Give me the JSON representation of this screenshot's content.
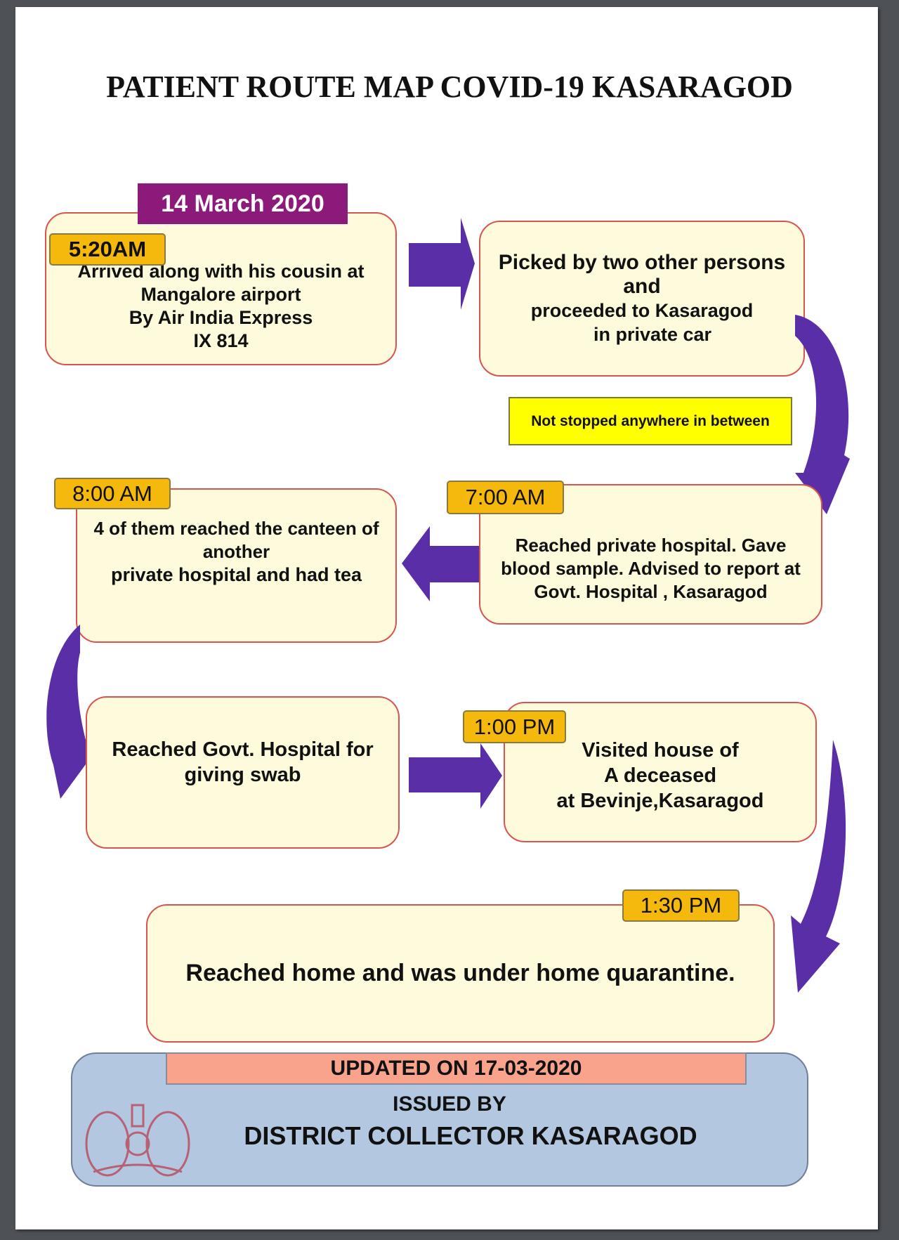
{
  "title": "PATIENT ROUTE MAP COVID-19 KASARAGOD",
  "date_badge": "14 March 2020",
  "steps": [
    {
      "time": "5:20AM",
      "lines": [
        "Arrived along with his cousin at",
        "Mangalore airport",
        "By Air India Express",
        "IX 814"
      ]
    },
    {
      "time": "",
      "lines": [
        "Picked by two other persons",
        "and",
        "proceeded to Kasaragod",
        "in private car"
      ]
    },
    {
      "time": "7:00 AM",
      "lines": [
        "Reached private hospital. Gave",
        "blood sample. Advised to report at",
        "Govt. Hospital , Kasaragod"
      ]
    },
    {
      "time": "8:00 AM",
      "lines": [
        "4 of them reached the canteen of",
        "another",
        "private hospital and had tea"
      ]
    },
    {
      "time": "",
      "lines": [
        "Reached Govt. Hospital for",
        "giving swab"
      ]
    },
    {
      "time": "1:00 PM",
      "lines": [
        "Visited  house of",
        "A deceased",
        "at Bevinje,Kasaragod"
      ]
    },
    {
      "time": "1:30 PM",
      "lines": [
        "Reached home and was under home quarantine."
      ]
    }
  ],
  "note": "Not stopped anywhere in between",
  "footer": {
    "updated": "UPDATED ON 17-03-2020",
    "issued_by": "ISSUED BY",
    "issuer": "DISTRICT COLLECTOR KASARAGOD",
    "seal": "Kerala state emblem"
  },
  "colors": {
    "arrow": "#5a2ea6",
    "box_fill": "#fdfbdc",
    "box_border": "#d9534f",
    "time_badge": "#f5b80c",
    "date_badge": "#8b1a7a",
    "note": "#ffff00",
    "footer": "#b4c7e0",
    "updated": "#f9a38c"
  }
}
